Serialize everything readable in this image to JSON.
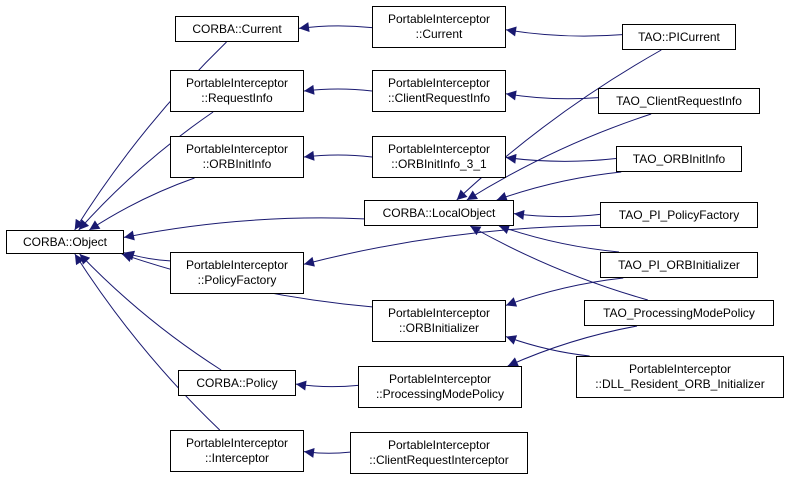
{
  "diagram": {
    "edge_color": "#191970",
    "nodes": {
      "corba_object": {
        "lines": [
          "CORBA::Object"
        ]
      },
      "corba_current": {
        "lines": [
          "CORBA::Current"
        ]
      },
      "pi_requestinfo": {
        "lines": [
          "PortableInterceptor",
          "::RequestInfo"
        ]
      },
      "pi_orbinitinfo": {
        "lines": [
          "PortableInterceptor",
          "::ORBInitInfo"
        ]
      },
      "corba_localobject": {
        "lines": [
          "CORBA::LocalObject"
        ]
      },
      "pi_policyfactory": {
        "lines": [
          "PortableInterceptor",
          "::PolicyFactory"
        ]
      },
      "pi_orbinitializer": {
        "lines": [
          "PortableInterceptor",
          "::ORBInitializer"
        ]
      },
      "corba_policy": {
        "lines": [
          "CORBA::Policy"
        ]
      },
      "pi_processingmodepolicy": {
        "lines": [
          "PortableInterceptor",
          "::ProcessingModePolicy"
        ]
      },
      "pi_interceptor": {
        "lines": [
          "PortableInterceptor",
          "::Interceptor"
        ]
      },
      "pi_clientrequestinterceptor": {
        "lines": [
          "PortableInterceptor",
          "::ClientRequestInterceptor"
        ]
      },
      "pi_current": {
        "lines": [
          "PortableInterceptor",
          "::Current"
        ]
      },
      "pi_clientrequestinfo": {
        "lines": [
          "PortableInterceptor",
          "::ClientRequestInfo"
        ]
      },
      "pi_orbinitinfo_3_1": {
        "lines": [
          "PortableInterceptor",
          "::ORBInitInfo_3_1"
        ]
      },
      "tao_picurrent": {
        "lines": [
          "TAO::PICurrent"
        ]
      },
      "tao_clientrequestinfo": {
        "lines": [
          "TAO_ClientRequestInfo"
        ]
      },
      "tao_orbinitinfo": {
        "lines": [
          "TAO_ORBInitInfo"
        ]
      },
      "tao_pi_policyfactory": {
        "lines": [
          "TAO_PI_PolicyFactory"
        ]
      },
      "tao_pi_orbinitializer": {
        "lines": [
          "TAO_PI_ORBInitializer"
        ]
      },
      "tao_processingmodepolicy": {
        "lines": [
          "TAO_ProcessingModePolicy"
        ]
      },
      "pi_dll_resident_orb_initializer": {
        "lines": [
          "PortableInterceptor",
          "::DLL_Resident_ORB_Initializer"
        ]
      }
    },
    "edges": [
      {
        "from": "corba_current",
        "to": "corba_object"
      },
      {
        "from": "pi_requestinfo",
        "to": "corba_object"
      },
      {
        "from": "pi_orbinitinfo",
        "to": "corba_object"
      },
      {
        "from": "corba_localobject",
        "to": "corba_object"
      },
      {
        "from": "pi_policyfactory",
        "to": "corba_object"
      },
      {
        "from": "pi_orbinitializer",
        "to": "corba_object"
      },
      {
        "from": "corba_policy",
        "to": "corba_object"
      },
      {
        "from": "pi_interceptor",
        "to": "corba_object"
      },
      {
        "from": "pi_current",
        "to": "corba_current"
      },
      {
        "from": "pi_clientrequestinfo",
        "to": "pi_requestinfo"
      },
      {
        "from": "pi_orbinitinfo_3_1",
        "to": "pi_orbinitinfo"
      },
      {
        "from": "tao_pi_policyfactory",
        "to": "pi_policyfactory"
      },
      {
        "from": "pi_processingmodepolicy",
        "to": "corba_policy"
      },
      {
        "from": "pi_clientrequestinterceptor",
        "to": "pi_interceptor"
      },
      {
        "from": "tao_picurrent",
        "to": "pi_current"
      },
      {
        "from": "tao_clientrequestinfo",
        "to": "pi_clientrequestinfo"
      },
      {
        "from": "tao_orbinitinfo",
        "to": "pi_orbinitinfo_3_1"
      },
      {
        "from": "tao_picurrent",
        "to": "corba_localobject"
      },
      {
        "from": "tao_clientrequestinfo",
        "to": "corba_localobject"
      },
      {
        "from": "tao_orbinitinfo",
        "to": "corba_localobject"
      },
      {
        "from": "tao_pi_policyfactory",
        "to": "corba_localobject"
      },
      {
        "from": "tao_pi_orbinitializer",
        "to": "corba_localobject"
      },
      {
        "from": "tao_processingmodepolicy",
        "to": "corba_localobject"
      },
      {
        "from": "tao_pi_orbinitializer",
        "to": "pi_orbinitializer"
      },
      {
        "from": "pi_dll_resident_orb_initializer",
        "to": "pi_orbinitializer"
      },
      {
        "from": "tao_processingmodepolicy",
        "to": "pi_processingmodepolicy"
      }
    ]
  }
}
